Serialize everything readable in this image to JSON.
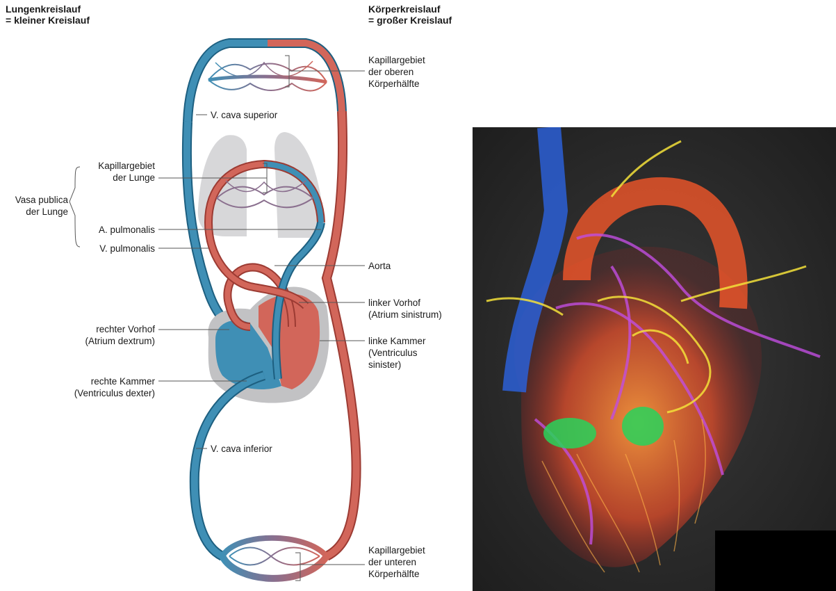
{
  "headers": {
    "left": {
      "line1": "Lungenkreislauf",
      "line2": "= kleiner Kreislauf"
    },
    "right": {
      "line1": "Körperkreislauf",
      "line2": "= großer Kreislauf"
    }
  },
  "labels": {
    "kap_upper": {
      "l1": "Kapillargebiet",
      "l2": "der oberen",
      "l3": "Körperhälfte"
    },
    "v_cava_sup": "V. cava superior",
    "kap_lunge": {
      "l1": "Kapillargebiet",
      "l2": "der Lunge"
    },
    "vasa_publica": {
      "l1": "Vasa publica",
      "l2": "der Lunge"
    },
    "a_pulmonalis": "A. pulmonalis",
    "v_pulmonalis": "V. pulmonalis",
    "aorta": "Aorta",
    "linker_vorhof": {
      "l1": "linker Vorhof",
      "l2": "(Atrium sinistrum)"
    },
    "rechter_vorhof": {
      "l1": "rechter Vorhof",
      "l2": "(Atrium dextrum)"
    },
    "linke_kammer": {
      "l1": "linke Kammer",
      "l2": "(Ventriculus",
      "l3": "sinister)"
    },
    "rechte_kammer": {
      "l1": "rechte Kammer",
      "l2": "(Ventriculus dexter)"
    },
    "v_cava_inf": "V. cava inferior",
    "kap_lower": {
      "l1": "Kapillargebiet",
      "l2": "der unteren",
      "l3": "Körperhälfte"
    }
  },
  "colors": {
    "venous_blue": "#3f8fb5",
    "venous_dark": "#1d5f80",
    "arterial_red": "#d2665a",
    "arterial_dark": "#9c3b33",
    "lung_grey": "#d7d7d9",
    "heart_grey": "#c2c2c4",
    "photo_bg": "#2b2b2b"
  },
  "photo": {
    "icon": "heart-vasculature-image"
  }
}
